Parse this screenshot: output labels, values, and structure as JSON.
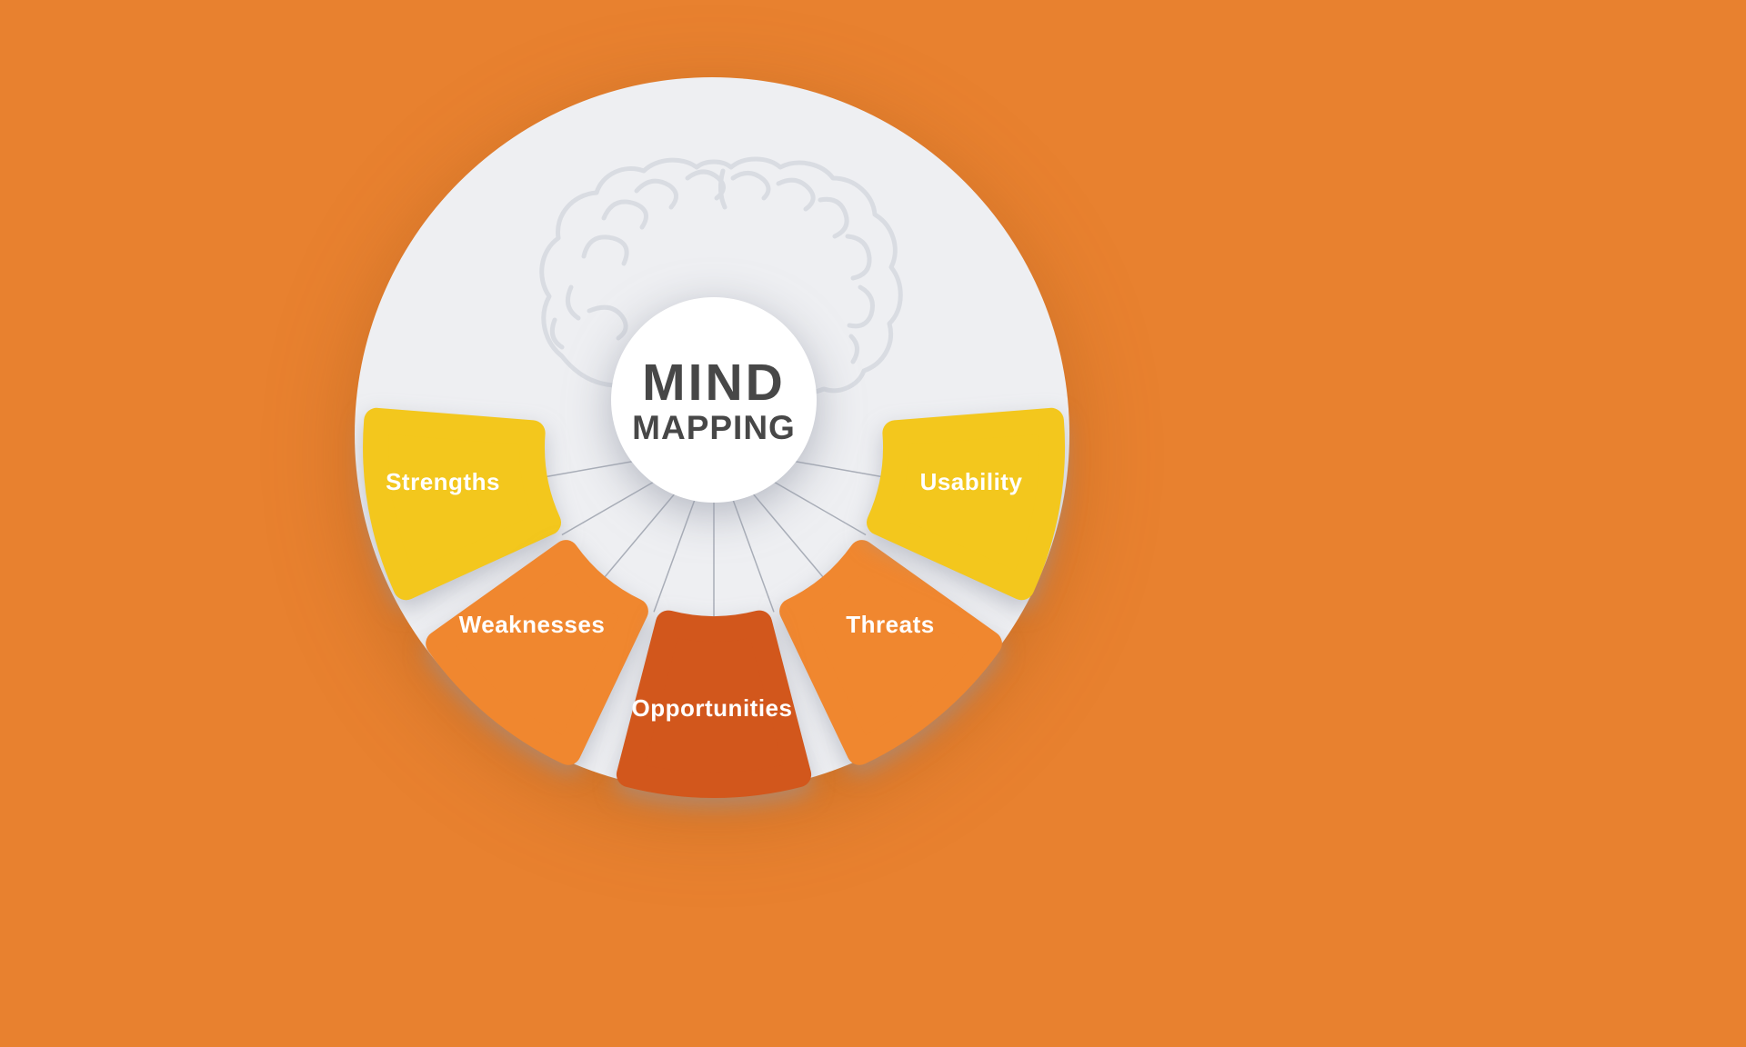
{
  "title": {
    "line1": "MIND",
    "line2": "MAPPING"
  },
  "petals": [
    {
      "label": "Strengths",
      "color": "#F3C71D"
    },
    {
      "label": "Weaknesses",
      "color": "#F0872F"
    },
    {
      "label": "Opportunities",
      "color": "#D2571C"
    },
    {
      "label": "Threats",
      "color": "#F0872F"
    },
    {
      "label": "Usability",
      "color": "#F3C71D"
    }
  ],
  "colors": {
    "background": "#E8812F",
    "circle_bg": "#EEEFF2",
    "center_circle": "#FFFFFF",
    "title_text": "#474747",
    "label_text": "#FFFFFF",
    "spoke": "#A9AEB8",
    "brain_line": "#D9DCE2"
  }
}
